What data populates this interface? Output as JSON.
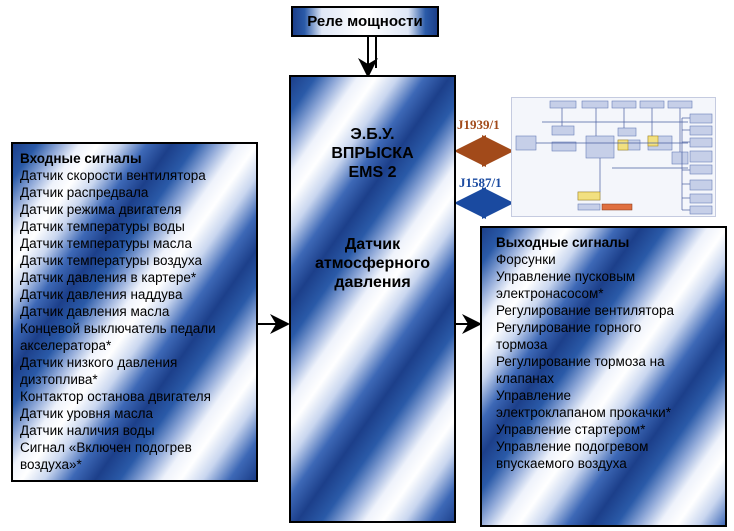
{
  "relay": {
    "label": "Реле мощности"
  },
  "ecu": {
    "title": "Э.Б.У.\nВПРЫСКА\nEMS 2",
    "sensor": "Датчик\nатмосферного\nдавления"
  },
  "buses": [
    {
      "label": "J1939/1",
      "color": "#a24a1a"
    },
    {
      "label": "J1587/1",
      "color": "#1a4aa0"
    }
  ],
  "inputs": {
    "title": "Входные сигналы",
    "items": [
      "Датчик скорости вентилятора",
      "Датчик распредвала",
      "Датчик режима двигателя",
      "Датчик температуры воды",
      "Датчик температуры масла",
      "Датчик температуры воздуха",
      "Датчик давления в картере*",
      "Датчик давления наддува",
      "Датчик давления масла",
      "Концевой выключатель педали",
      "акселератора*",
      "Датчик низкого давления",
      "дизтоплива*",
      "Контактор останова двигателя",
      "Датчик уровня масла",
      "Датчик наличия воды",
      "Сигнал «Включен подогрев",
      "воздуха»*"
    ]
  },
  "outputs": {
    "title": "Выходные сигналы",
    "items": [
      "Форсунки",
      "Управление пусковым",
      "электронасосом*",
      "Регулирование вентилятора",
      "Регулирование горного",
      "тормоза",
      "Регулирование тормоза на",
      "клапанах",
      "Управление",
      "электроклапаном прокачки*",
      "Управление стартером*",
      "Управление подогревом",
      "впускаемого воздуха"
    ]
  },
  "colors": {
    "dark_blue": "#1c3f8a",
    "bus_j1939": "#a24a1a",
    "bus_j1587": "#1a4aa0"
  }
}
